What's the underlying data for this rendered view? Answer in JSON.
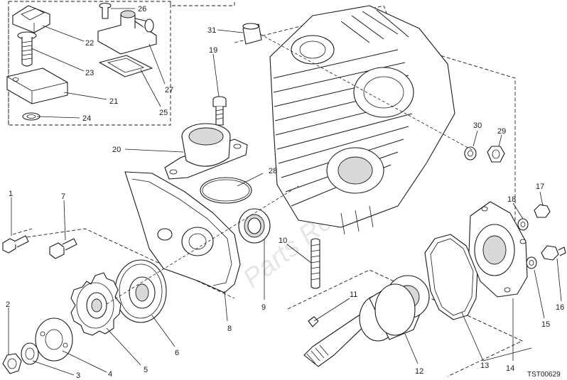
{
  "labels": {
    "l1": "1",
    "l2": "2",
    "l3": "3",
    "l4": "4",
    "l5": "5",
    "l6": "6",
    "l7": "7",
    "l8": "8",
    "l9": "9",
    "l10": "10",
    "l11": "11",
    "l12": "12",
    "l13": "13",
    "l14": "14",
    "l15": "15",
    "l16": "16",
    "l17": "17",
    "l18": "18",
    "l19": "19",
    "l20": "20",
    "l21": "21",
    "l22": "22",
    "l23": "23",
    "l24": "24",
    "l25": "25",
    "l26": "26",
    "l27": "27",
    "l28": "28",
    "l29": "29",
    "l30": "30",
    "l31": "31"
  },
  "reference_code": "TST00629",
  "watermark": "Parts Republik"
}
